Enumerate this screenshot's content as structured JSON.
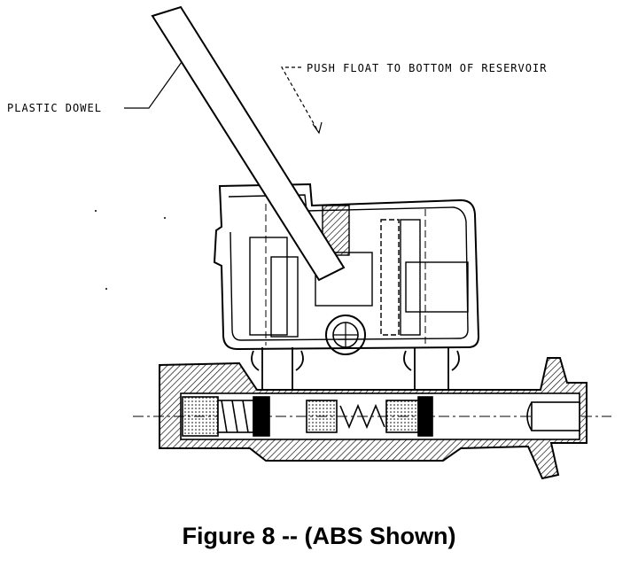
{
  "labels": {
    "dowel": "PLASTIC DOWEL",
    "float": "PUSH FLOAT TO BOTTOM OF RESERVOIR"
  },
  "caption": "Figure 8 -- (ABS Shown)",
  "colors": {
    "ink": "#000000",
    "paper": "#ffffff"
  }
}
